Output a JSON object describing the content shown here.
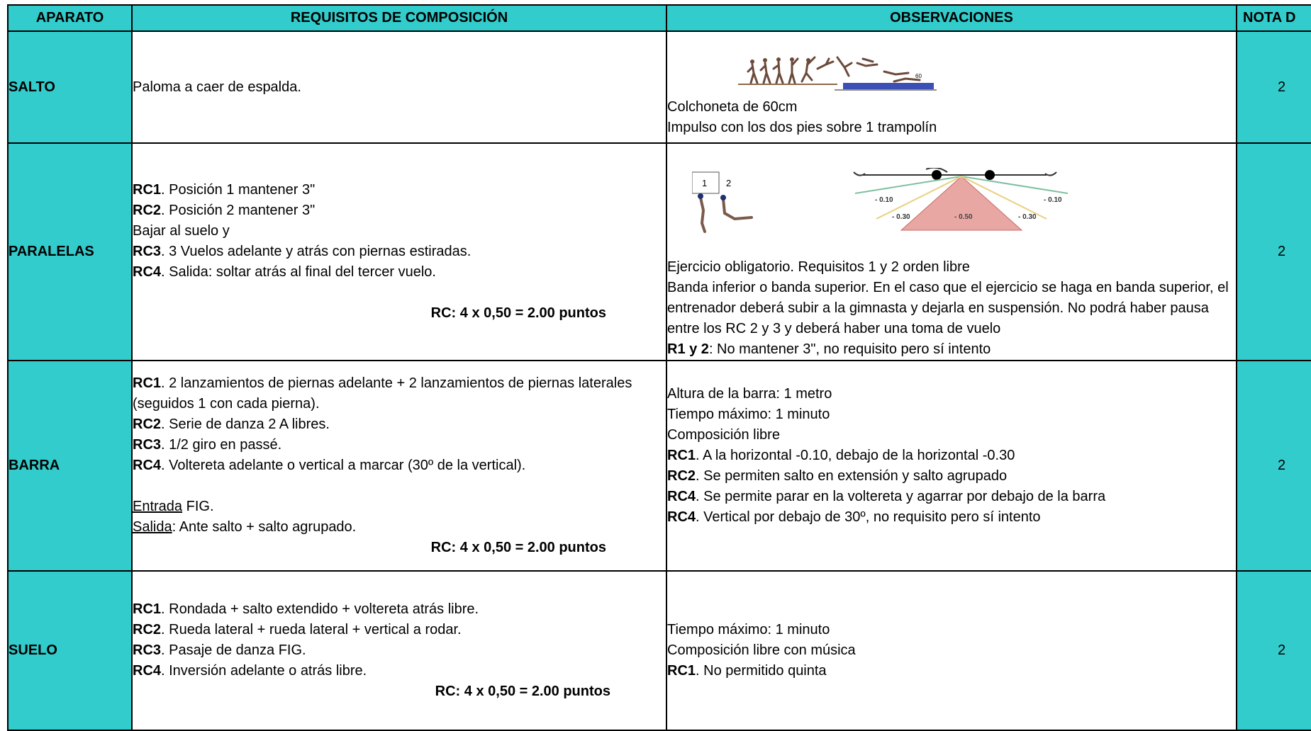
{
  "headers": {
    "aparato": "APARATO",
    "requisitos": "REQUISITOS DE COMPOSICIÓN",
    "observaciones": "OBSERVACIONES",
    "nota": "NOTA D"
  },
  "salto": {
    "name": "SALTO",
    "req": "Paloma a caer de espalda.",
    "obs": [
      "Colchoneta de 60cm",
      "Impulso con los dos pies sobre 1 trampolín"
    ],
    "nota": "2",
    "figure_label": "60"
  },
  "paralelas": {
    "name": "PARALELAS",
    "req": [
      {
        "code": "RC1",
        "text": ". Posición 1 mantener 3\""
      },
      {
        "code": "RC2",
        "text": ". Posición 2 mantener 3\""
      },
      {
        "code": "",
        "text": "Bajar al suelo y"
      },
      {
        "code": "RC3",
        "text": ". 3 Vuelos adelante y atrás con piernas estiradas."
      },
      {
        "code": "RC4",
        "text": ". Salida: soltar atrás al final del tercer vuelo."
      }
    ],
    "total": "RC: 4 x 0,50 = 2.00 puntos",
    "obs": [
      "Ejercicio obligatorio. Requisitos 1 y 2 orden libre",
      "Banda inferior o banda superior. En el caso que el ejercicio se haga en banda superior, el entrenador deberá subir a la gimnasta y dejarla en suspensión. No podrá haber pausa entre los RC 2 y 3 y deberá haber una toma de vuelo"
    ],
    "obs_last_code": "R1 y 2",
    "obs_last_text": ": No mantener 3\", no requisito pero sí intento",
    "nota": "2",
    "figure": {
      "pos1": "1",
      "pos2": "2",
      "d010_left": "- 0.10",
      "d010_right": "- 0.10",
      "d030_left": "- 0.30",
      "d030_right": "- 0.30",
      "d050": "- 0.50"
    }
  },
  "barra": {
    "name": "BARRA",
    "req": [
      {
        "code": "RC1",
        "text": ". 2 lanzamientos de piernas adelante + 2 lanzamientos de piernas laterales (seguidos 1 con cada pierna)."
      },
      {
        "code": "RC2",
        "text": ". Serie de danza 2 A libres."
      },
      {
        "code": "RC3",
        "text": ". 1/2 giro en passé."
      },
      {
        "code": "RC4",
        "text": ". Voltereta adelante o vertical a marcar (30º de la vertical)."
      }
    ],
    "entrada_label": "Entrada",
    "entrada_text": " FIG.",
    "salida_label": "Salida",
    "salida_text": ": Ante salto + salto agrupado.",
    "total": "RC: 4 x 0,50 = 2.00 puntos",
    "obs_plain": [
      "Altura de la barra: 1 metro",
      "Tiempo máximo: 1 minuto",
      "Composición libre"
    ],
    "obs_rc": [
      {
        "code": "RC1",
        "text": ". A la horizontal -0.10, debajo de la horizontal -0.30"
      },
      {
        "code": "RC2",
        "text": ". Se permiten salto en extensión y salto agrupado"
      },
      {
        "code": "RC4",
        "text": ". Se permite parar en la voltereta y agarrar por debajo de la barra"
      },
      {
        "code": "RC4",
        "text": ". Vertical por debajo de 30º, no requisito pero sí intento"
      }
    ],
    "nota": "2"
  },
  "suelo": {
    "name": "SUELO",
    "req": [
      {
        "code": "RC1",
        "text": ". Rondada + salto extendido + voltereta atrás libre."
      },
      {
        "code": "RC2",
        "text": ". Rueda lateral + rueda lateral + vertical a rodar."
      },
      {
        "code": "RC3",
        "text": ". Pasaje de danza FIG."
      },
      {
        "code": "RC4",
        "text": ". Inversión adelante o atrás libre."
      }
    ],
    "total": "RC: 4 x 0,50 = 2.00 puntos",
    "obs_plain": [
      "Tiempo máximo: 1 minuto",
      "Composición libre con música"
    ],
    "obs_rc": {
      "code": "RC1",
      "text": ". No permitido quinta"
    },
    "nota": "2"
  },
  "colors": {
    "header_bg": "#33cccc",
    "border": "#000000",
    "cell_bg": "#ffffff"
  }
}
